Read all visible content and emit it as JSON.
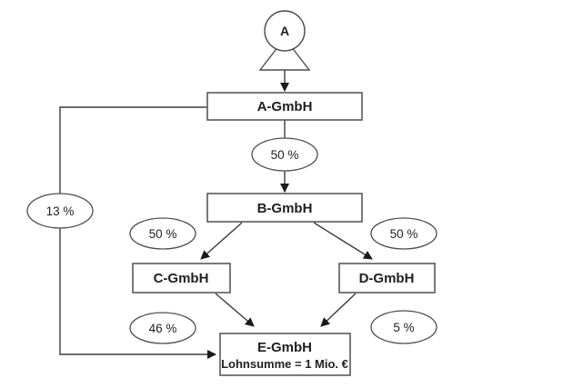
{
  "diagram": {
    "person": {
      "label": "A"
    },
    "nodes": [
      {
        "id": "a-gmbh",
        "label": "A-GmbH"
      },
      {
        "id": "b-gmbh",
        "label": "B-GmbH"
      },
      {
        "id": "c-gmbh",
        "label": "C-GmbH"
      },
      {
        "id": "d-gmbh",
        "label": "D-GmbH"
      },
      {
        "id": "e-gmbh",
        "label": "E-GmbH",
        "sublabel": "Lohnsumme = 1 Mio. €"
      }
    ],
    "edges": [
      {
        "from": "A",
        "to": "A-GmbH",
        "share": ""
      },
      {
        "from": "A-GmbH",
        "to": "B-GmbH",
        "share": "50 %"
      },
      {
        "from": "B-GmbH",
        "to": "C-GmbH",
        "share": "50 %"
      },
      {
        "from": "B-GmbH",
        "to": "D-GmbH",
        "share": "50 %"
      },
      {
        "from": "C-GmbH",
        "to": "E-GmbH",
        "share": "46 %"
      },
      {
        "from": "D-GmbH",
        "to": "E-GmbH",
        "share": "5 %"
      },
      {
        "from": "A-GmbH",
        "to": "E-GmbH",
        "share": "13 %"
      }
    ],
    "colors": {
      "box_stroke": "#595959",
      "line_stroke": "#3d3d3d",
      "text": "#1f1f1f",
      "background": "#ffffff"
    }
  }
}
